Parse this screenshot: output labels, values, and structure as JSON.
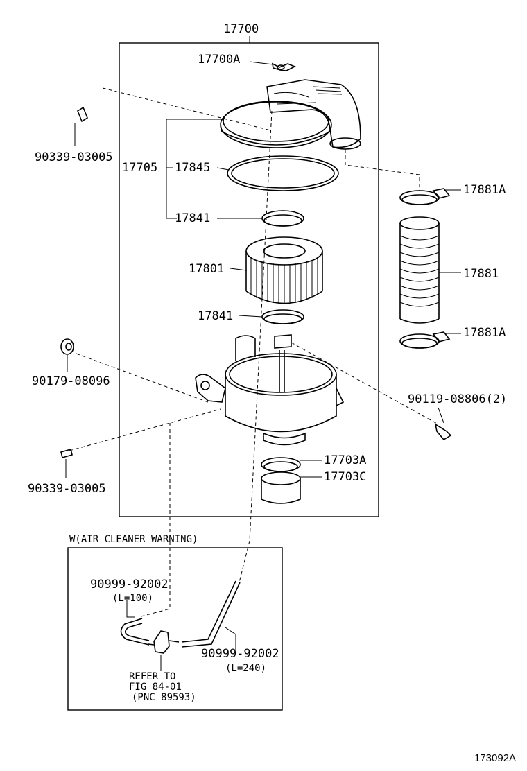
{
  "labels": {
    "assembly": "17700",
    "wing_nut": "17700A",
    "clip_top_left": "90339-03005",
    "cap_gasket_left": "17705",
    "gasket_large": "17845",
    "gasket_upper": "17841",
    "element": "17801",
    "gasket_lower": "17841",
    "clamp_upper": "17881A",
    "hose": "17881",
    "clamp_lower": "17881A",
    "grommet": "90179-08096",
    "bolt": "90119-08806(2)",
    "clip_bottom_left": "90339-03005",
    "ring_upper": "17703A",
    "ring_lower": "17703C"
  },
  "inset": {
    "title": "W(AIR CLEANER WARNING)",
    "hose_left_part": "90999-92002",
    "hose_left_length": "(L=100)",
    "hose_right_part": "90999-92002",
    "hose_right_length": "(L=240)",
    "refer_line1": "REFER TO",
    "refer_line2": "FIG 84-01",
    "refer_line3": "(PNC 89593)"
  },
  "figure_number": "173092A"
}
